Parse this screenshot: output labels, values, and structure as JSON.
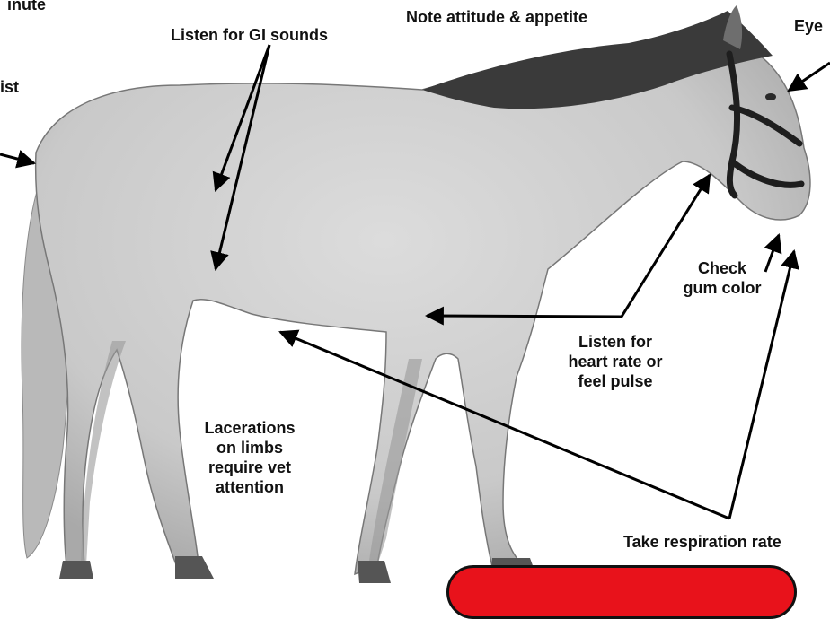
{
  "labels": {
    "top_left_cut": "inute",
    "left_cut": "ist",
    "gi_sounds": "Listen for GI sounds",
    "attitude": "Note attitude & appetite",
    "eye_cut": "Eye",
    "gum": [
      "Check",
      "gum color"
    ],
    "heart": [
      "Listen for",
      "heart rate or",
      "feel pulse"
    ],
    "lacerations": [
      "Lacerations",
      "on limbs",
      "require vet",
      "attention"
    ],
    "respiration": "Take respiration rate"
  },
  "colors": {
    "alert_fill": "#e8121b",
    "arrow": "#000000",
    "horse_body": "#cfcfcf",
    "horse_dark": "#3a3a3a"
  }
}
